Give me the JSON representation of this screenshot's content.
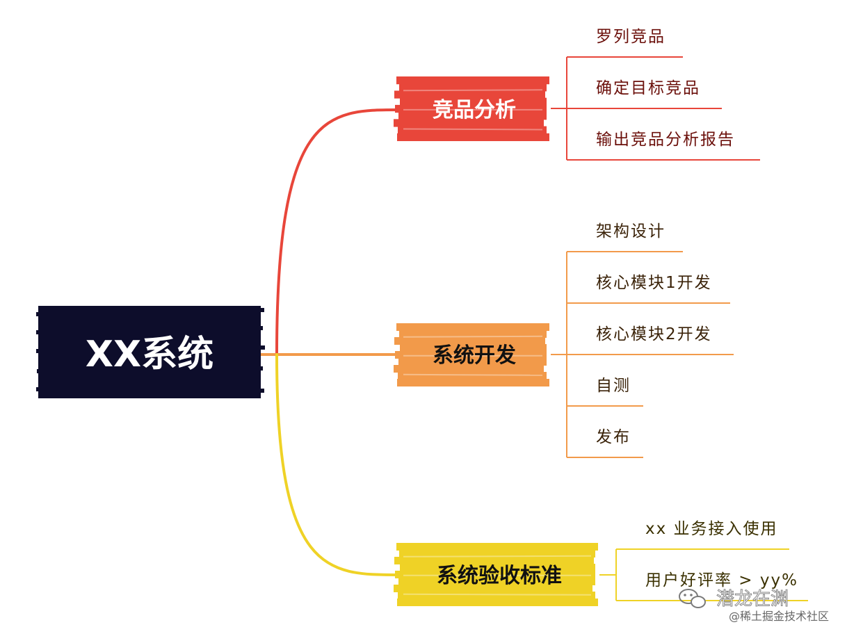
{
  "root": {
    "label": "XX系统",
    "color": "#0d0d2b"
  },
  "branches": [
    {
      "label": "竞品分析",
      "color": "#e8463a",
      "text_color": "#ffffff",
      "leaf_text_color": "#6b0f0a",
      "leaves": [
        "罗列竞品",
        "确定目标竞品",
        "输出竞品分析报告"
      ]
    },
    {
      "label": "系统开发",
      "color": "#f29a4a",
      "text_color": "#111111",
      "leaf_text_color": "#3a2208",
      "leaves": [
        "架构设计",
        "核心模块1开发",
        "核心模块2开发",
        "自测",
        "发布"
      ]
    },
    {
      "label": "系统验收标准",
      "color": "#efd226",
      "text_color": "#111111",
      "leaf_text_color": "#3a3000",
      "leaves": [
        "xx 业务接入使用",
        "用户好评率 > yy%"
      ]
    }
  ],
  "watermark": {
    "line1": "潜龙在渊",
    "line2": "@稀土掘金技术社区",
    "icon": "wechat-icon"
  }
}
